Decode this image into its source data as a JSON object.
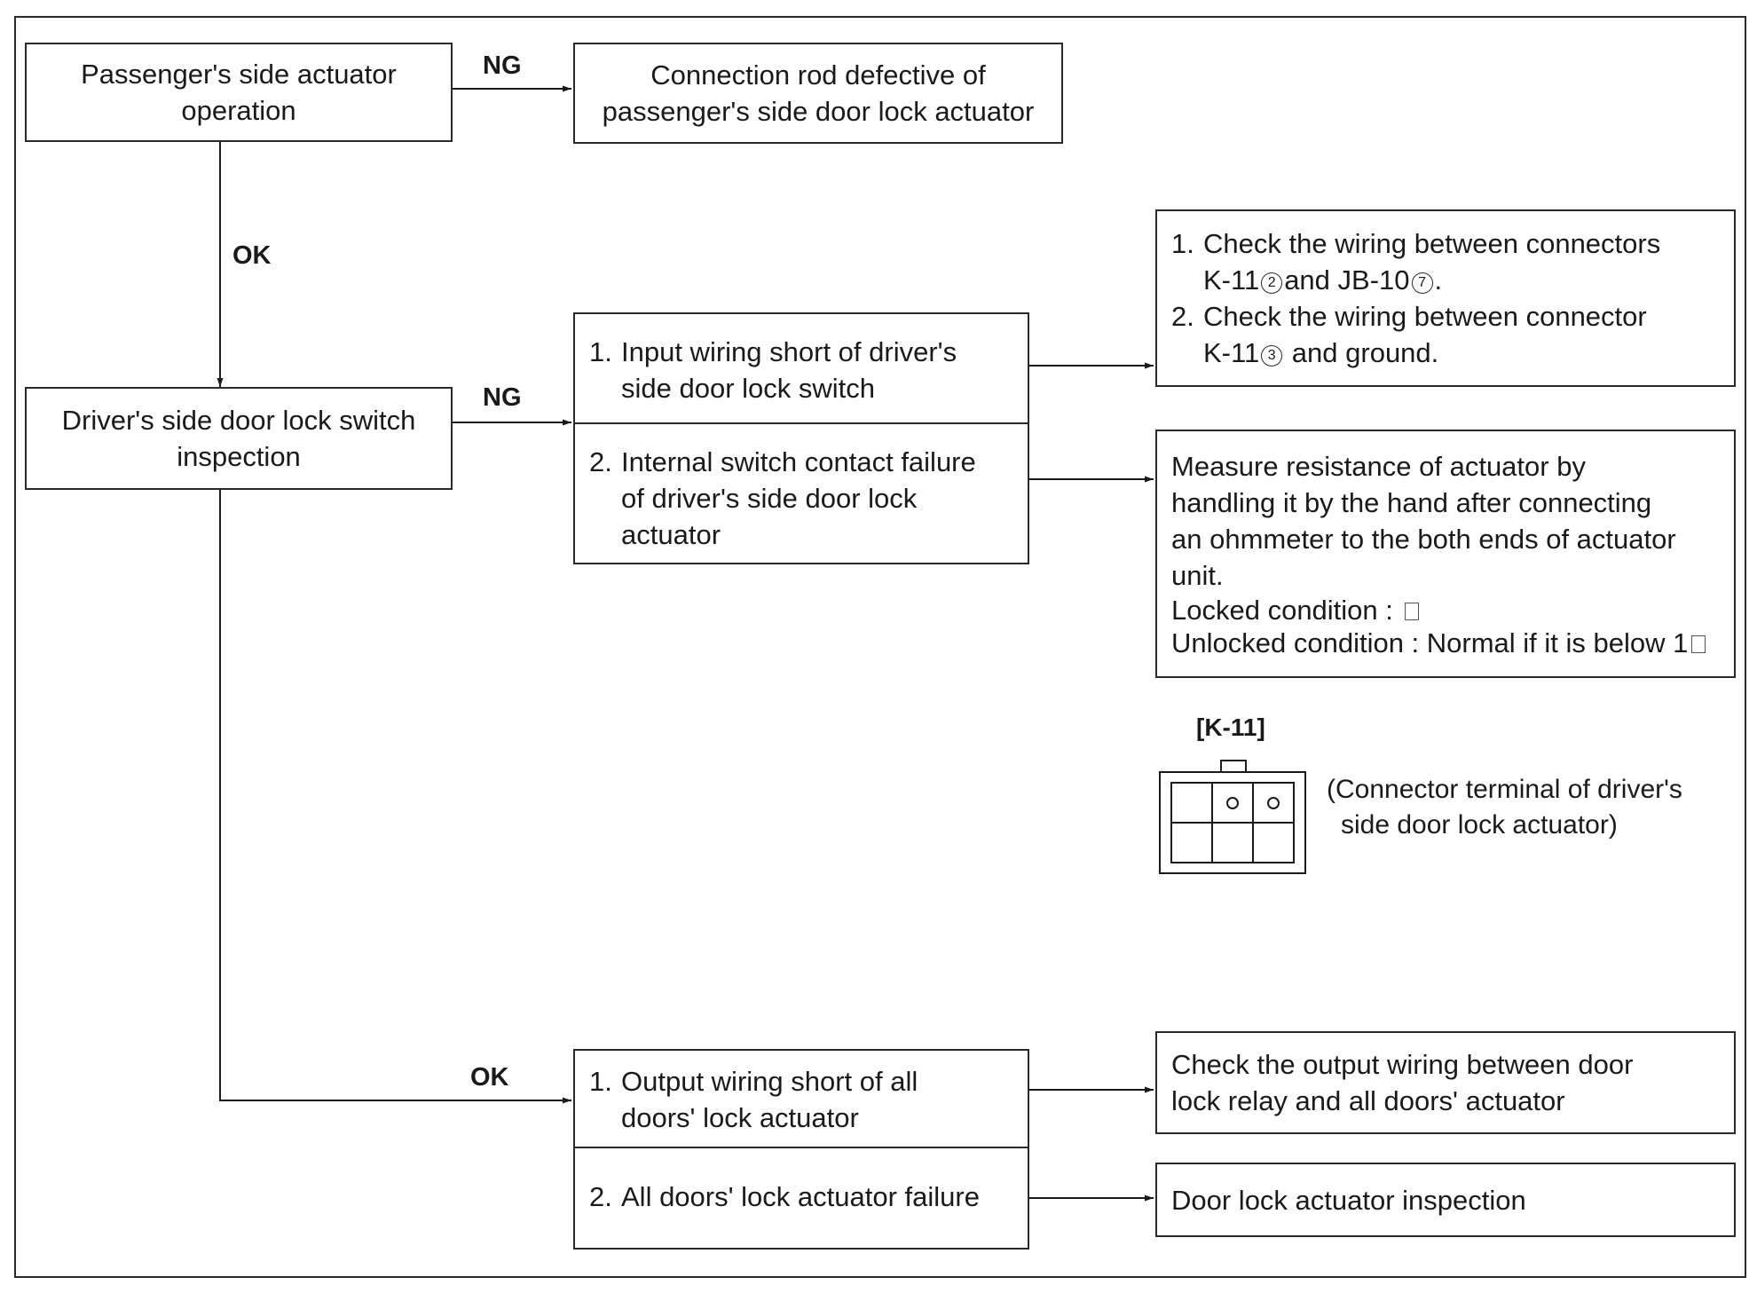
{
  "nodes": {
    "passenger_operation": {
      "lines": [
        "Passenger's side actuator",
        "operation"
      ]
    },
    "connection_rod": {
      "lines": [
        "Connection rod defective of",
        "passenger's side door lock actuator"
      ]
    },
    "driver_switch": {
      "lines": [
        "Driver's side door lock switch",
        "inspection"
      ]
    },
    "input_wiring": {
      "num": "1.",
      "lines": [
        "Input wiring short of driver's",
        "side door lock switch"
      ]
    },
    "internal_contact": {
      "num": "2.",
      "lines": [
        "Internal switch contact failure",
        "of driver's side door lock",
        "actuator"
      ]
    },
    "check_wiring": {
      "item1": {
        "num": "1.",
        "line1": "Check the wiring between connectors",
        "l2a": "K-11",
        "c1": "2",
        "l2b": "and JB-10",
        "c2": "7",
        "l2c": "."
      },
      "item2": {
        "num": "2.",
        "line1": "Check the wiring between connector",
        "l2a": "K-11",
        "c1": "3",
        "l2b": " and ground."
      }
    },
    "measure": {
      "lines": [
        "Measure resistance of actuator by",
        "handling it by the hand after connecting",
        "an ohmmeter to the both ends of actuator",
        "unit."
      ],
      "locked": "Locked condition : ",
      "unlocked": "Unlocked condition : Normal if it is below 1"
    },
    "output_wiring": {
      "num": "1.",
      "lines": [
        "Output wiring short of all",
        "doors' lock actuator"
      ]
    },
    "all_doors_failure": {
      "num": "2.",
      "lines": [
        "All doors' lock actuator failure"
      ]
    },
    "check_output": {
      "lines": [
        "Check the output wiring between door",
        "lock relay and all doors' actuator"
      ]
    },
    "door_lock_inspection": {
      "lines": [
        "Door lock actuator inspection"
      ]
    }
  },
  "edge_labels": {
    "ng_top": "NG",
    "ok_vertical": "OK",
    "ng_middle": "NG",
    "ok_bottom": "OK"
  },
  "connector": {
    "title": "[K-11]",
    "note": [
      "(Connector terminal of driver's",
      "side door lock actuator)"
    ]
  }
}
